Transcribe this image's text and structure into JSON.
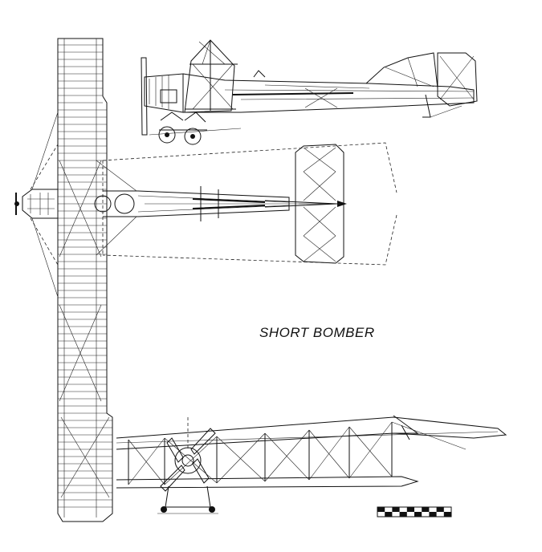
{
  "title": "SHORT BOMBER",
  "views": [
    "plan-view",
    "side-view",
    "front-view"
  ],
  "scale_bar": {
    "segments": 10
  }
}
